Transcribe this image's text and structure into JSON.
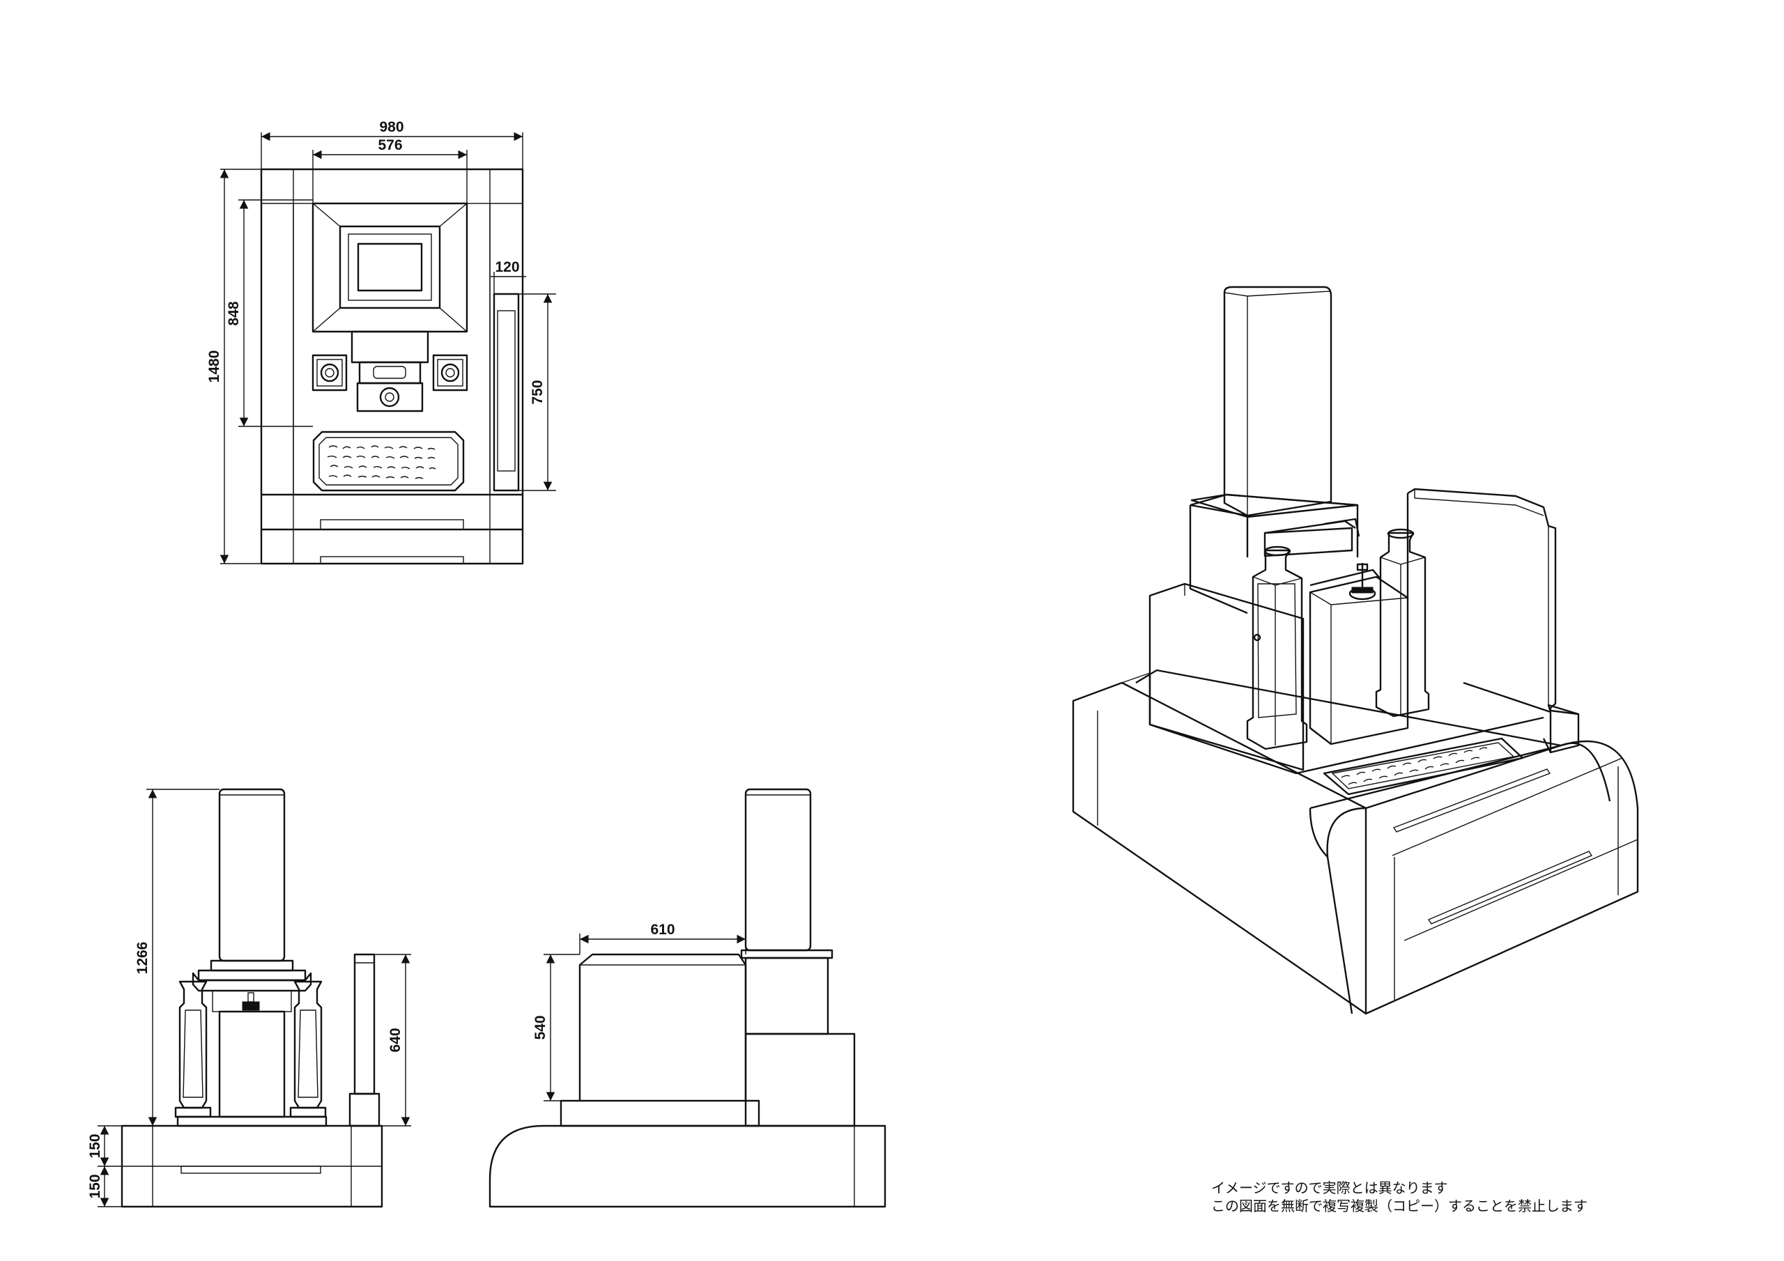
{
  "dimensions": {
    "top_outer_width": "980",
    "top_inner_width": "576",
    "top_side_width": "120",
    "top_total_depth": "1480",
    "top_inner_depth": "848",
    "top_side_depth": "750",
    "front_height": "1266",
    "front_side_height": "640",
    "base_upper": "150",
    "base_lower": "150",
    "side_width": "610",
    "side_height": "540"
  },
  "notes": {
    "line1": "イメージですので実際とは異なります",
    "line2": "この図面を無断で複写複製（コピー）することを禁止します"
  }
}
